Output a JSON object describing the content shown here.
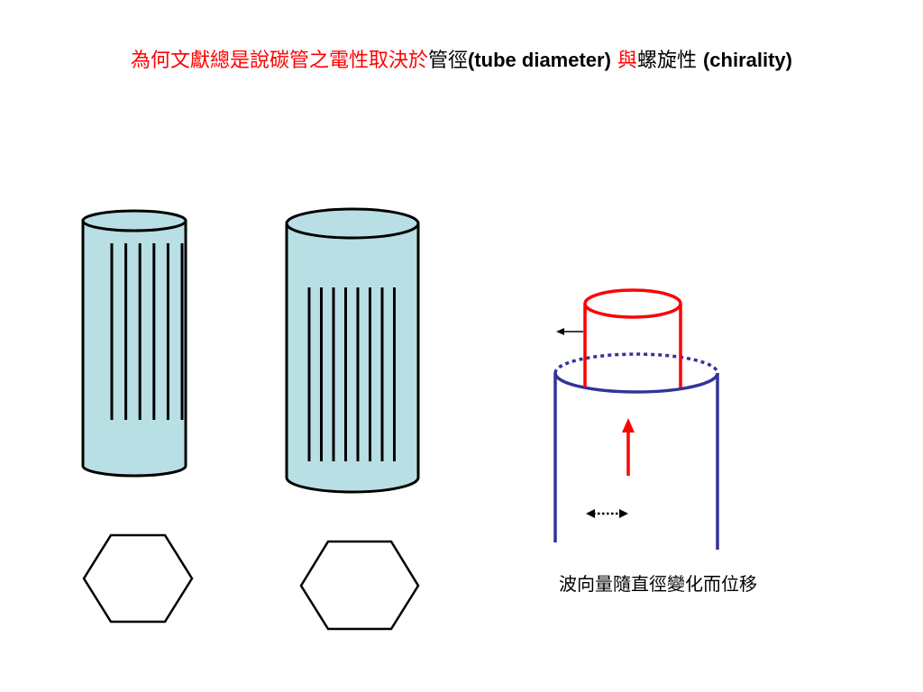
{
  "slide": {
    "title": {
      "part1": "為何文獻總是說碳管之電性取決於",
      "part2": "管徑",
      "part3": "(tube diameter)",
      "part4": "與",
      "part5": "螺旋性",
      "part6": "(chirality)"
    },
    "caption": "波向量隨直徑變化而位移"
  },
  "colors": {
    "title_highlight": "#ff0000",
    "tube_fill": "#b8dfe3",
    "outline": "#000000",
    "inner_tube": "#ff0000",
    "outer_tube": "#333399",
    "arrow_red": "#ff0000"
  },
  "figures": {
    "narrow_tube_stripes": 6,
    "wide_tube_stripes": 8
  }
}
